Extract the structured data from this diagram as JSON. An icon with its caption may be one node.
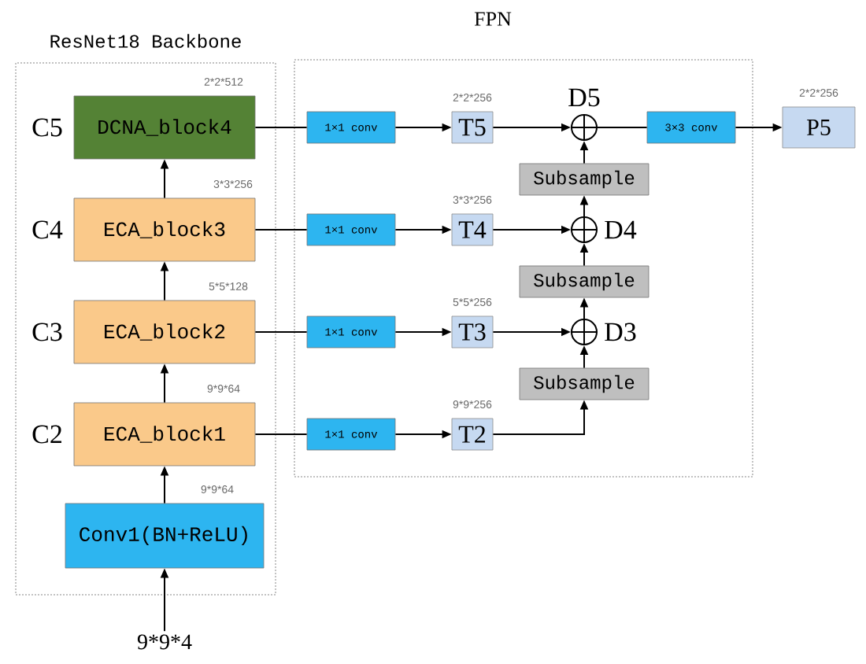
{
  "diagram": {
    "nodes": [
      {
        "text": [
          "ResNet18 Backbone"
        ]
      },
      {
        "text": [
          "FPN"
        ]
      },
      {
        "text": [
          "DCNA_block4"
        ],
        "in": 0,
        "beside": [
          "C5"
        ]
      },
      {
        "text": [
          "ECA_block3"
        ],
        "in": 0,
        "beside": [
          "C4"
        ]
      },
      {
        "text": [
          "ECA_block2"
        ],
        "in": 0,
        "beside": [
          "C3"
        ]
      },
      {
        "text": [
          "ECA_block1"
        ],
        "in": 0,
        "beside": [
          "C2"
        ]
      },
      {
        "text": [
          "Conv1(BN+ReLU)"
        ],
        "in": 0
      },
      {
        "text": [
          "9*9*4"
        ]
      },
      {
        "text": [
          "1×1 conv"
        ],
        "in": 1
      },
      {
        "text": [
          "1×1 conv"
        ],
        "in": 1
      },
      {
        "text": [
          "1×1 conv"
        ],
        "in": 1
      },
      {
        "text": [
          "1×1 conv"
        ],
        "in": 1
      },
      {
        "text": [
          "T5"
        ],
        "in": 1,
        "beside": [
          "2*2*256"
        ]
      },
      {
        "text": [
          "T4"
        ],
        "in": 1,
        "beside": [
          "3*3*256"
        ]
      },
      {
        "text": [
          "T3"
        ],
        "in": 1,
        "beside": [
          "5*5*256"
        ]
      },
      {
        "text": [
          "T2"
        ],
        "in": 1,
        "beside": [
          "9*9*256"
        ]
      },
      {
        "text": [],
        "shape": "circle",
        "in": 1,
        "beside": [
          "D5"
        ]
      },
      {
        "text": [],
        "shape": "circle",
        "in": 1,
        "beside": [
          "D4"
        ]
      },
      {
        "text": [],
        "shape": "circle",
        "in": 1,
        "beside": [
          "D3"
        ]
      },
      {
        "text": [
          "Subsample"
        ],
        "in": 1
      },
      {
        "text": [
          "Subsample"
        ],
        "in": 1
      },
      {
        "text": [
          "Subsample"
        ],
        "in": 1
      },
      {
        "text": [
          "3×3 conv"
        ],
        "in": 1
      },
      {
        "text": [
          "P5"
        ],
        "beside": [
          "2*2*256"
        ]
      }
    ],
    "edges": [
      {
        "from": 7,
        "to": 6,
        "arrow": "to"
      },
      {
        "from": 6,
        "to": 5,
        "arrow": "to"
      },
      {
        "from": 5,
        "to": 4,
        "arrow": "to"
      },
      {
        "from": 4,
        "to": 3,
        "arrow": "to"
      },
      {
        "from": 3,
        "to": 2,
        "arrow": "to"
      },
      {
        "from": 2,
        "to": 8,
        "arrow": "none"
      },
      {
        "from": 3,
        "to": 9,
        "arrow": "none"
      },
      {
        "from": 4,
        "to": 10,
        "arrow": "none"
      },
      {
        "from": 5,
        "to": 11,
        "arrow": "none"
      },
      {
        "from": 8,
        "to": 12,
        "arrow": "to"
      },
      {
        "from": 9,
        "to": 13,
        "arrow": "to"
      },
      {
        "from": 10,
        "to": 14,
        "arrow": "to"
      },
      {
        "from": 11,
        "to": 15,
        "arrow": "to"
      },
      {
        "from": 12,
        "to": 16,
        "arrow": "to"
      },
      {
        "from": 13,
        "to": 17,
        "arrow": "to"
      },
      {
        "from": 14,
        "to": 18,
        "arrow": "to"
      },
      {
        "from": 15,
        "to": 21,
        "arrow": "to"
      },
      {
        "from": 21,
        "to": 18,
        "arrow": "to"
      },
      {
        "from": 18,
        "to": 20,
        "arrow": "to"
      },
      {
        "from": 20,
        "to": 17,
        "arrow": "to"
      },
      {
        "from": 17,
        "to": 19,
        "arrow": "to"
      },
      {
        "from": 19,
        "to": 16,
        "arrow": "to"
      },
      {
        "from": 16,
        "to": 22,
        "arrow": "none"
      },
      {
        "from": 22,
        "to": 23,
        "arrow": "to"
      }
    ],
    "labels": [
      "2*2*512",
      "3*3*256",
      "5*5*128",
      "9*9*64",
      "9*9*64"
    ]
  }
}
